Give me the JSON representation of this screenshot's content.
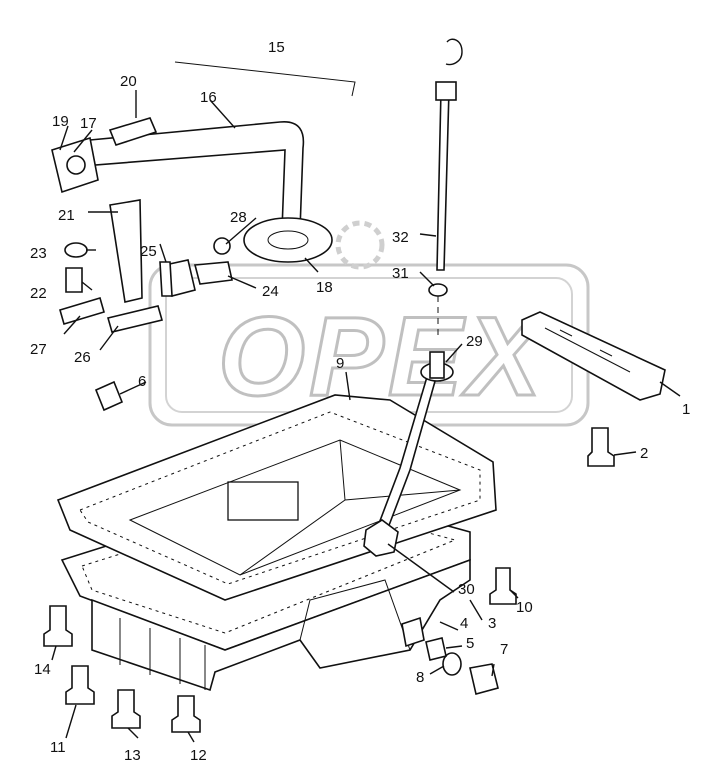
{
  "watermark": {
    "text": "OPEX"
  },
  "labels": {
    "l1": "1",
    "l2": "2",
    "l3": "3",
    "l4": "4",
    "l5": "5",
    "l6": "6",
    "l7": "7",
    "l8": "8",
    "l9": "9",
    "l10": "10",
    "l11": "11",
    "l12": "12",
    "l13": "13",
    "l14": "14",
    "l15": "15",
    "l16": "16",
    "l17": "17",
    "l18": "18",
    "l19": "19",
    "l20": "20",
    "l21": "21",
    "l22": "22",
    "l23": "23",
    "l24": "24",
    "l25": "25",
    "l26": "26",
    "l27": "27",
    "l28": "28",
    "l29": "29",
    "l30": "30",
    "l31": "31",
    "l32": "32"
  }
}
